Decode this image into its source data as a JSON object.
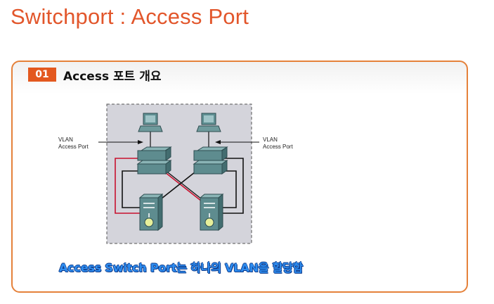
{
  "page": {
    "title": "Switchport : Access Port"
  },
  "section": {
    "number": "01",
    "heading": "Access 포트 개요"
  },
  "diagram": {
    "left_label": [
      "VLAN",
      "Access Port"
    ],
    "right_label": [
      "VLAN",
      "Access Port"
    ],
    "colors": {
      "dashed_area": "#d3d3da",
      "red_link": "#c8102e",
      "black_link": "#111111",
      "device": "#5c8c8f"
    }
  },
  "caption": "Access Switch Port는 하나의 VLAN을 할당함"
}
